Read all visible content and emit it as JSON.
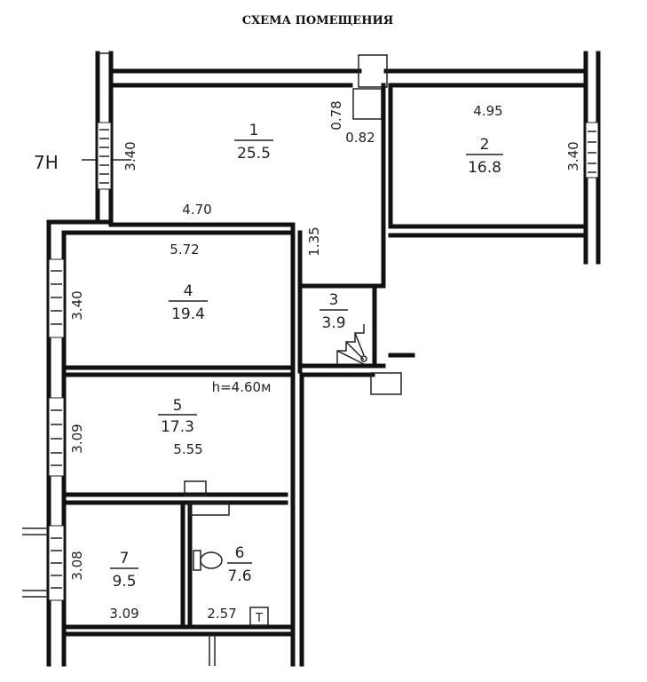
{
  "title": "СХЕМА ПОМЕЩЕНИЯ",
  "axis_label": "7Н",
  "rooms": [
    {
      "number": "1",
      "area": "25.5"
    },
    {
      "number": "2",
      "area": "16.8"
    },
    {
      "number": "3",
      "area": "3.9"
    },
    {
      "number": "4",
      "area": "19.4"
    },
    {
      "number": "5",
      "area": "17.3"
    },
    {
      "number": "6",
      "area": "7.6"
    },
    {
      "number": "7",
      "area": "9.5"
    }
  ],
  "dimensions": {
    "r1_height": "3.40",
    "r1_width": "4.70",
    "r1_niche_v": "0.78",
    "r1_niche_h": "0.82",
    "r1_step": "1.35",
    "r2_width": "4.95",
    "r2_height": "3.40",
    "r4_width": "5.72",
    "r4_height": "3.40",
    "r5_ceiling": "h=4.60м",
    "r5_width": "5.55",
    "r5_height": "3.09",
    "r7_height": "3.08",
    "r7_width": "3.09",
    "r6_width": "2.57"
  },
  "toilet_mark": "Т"
}
